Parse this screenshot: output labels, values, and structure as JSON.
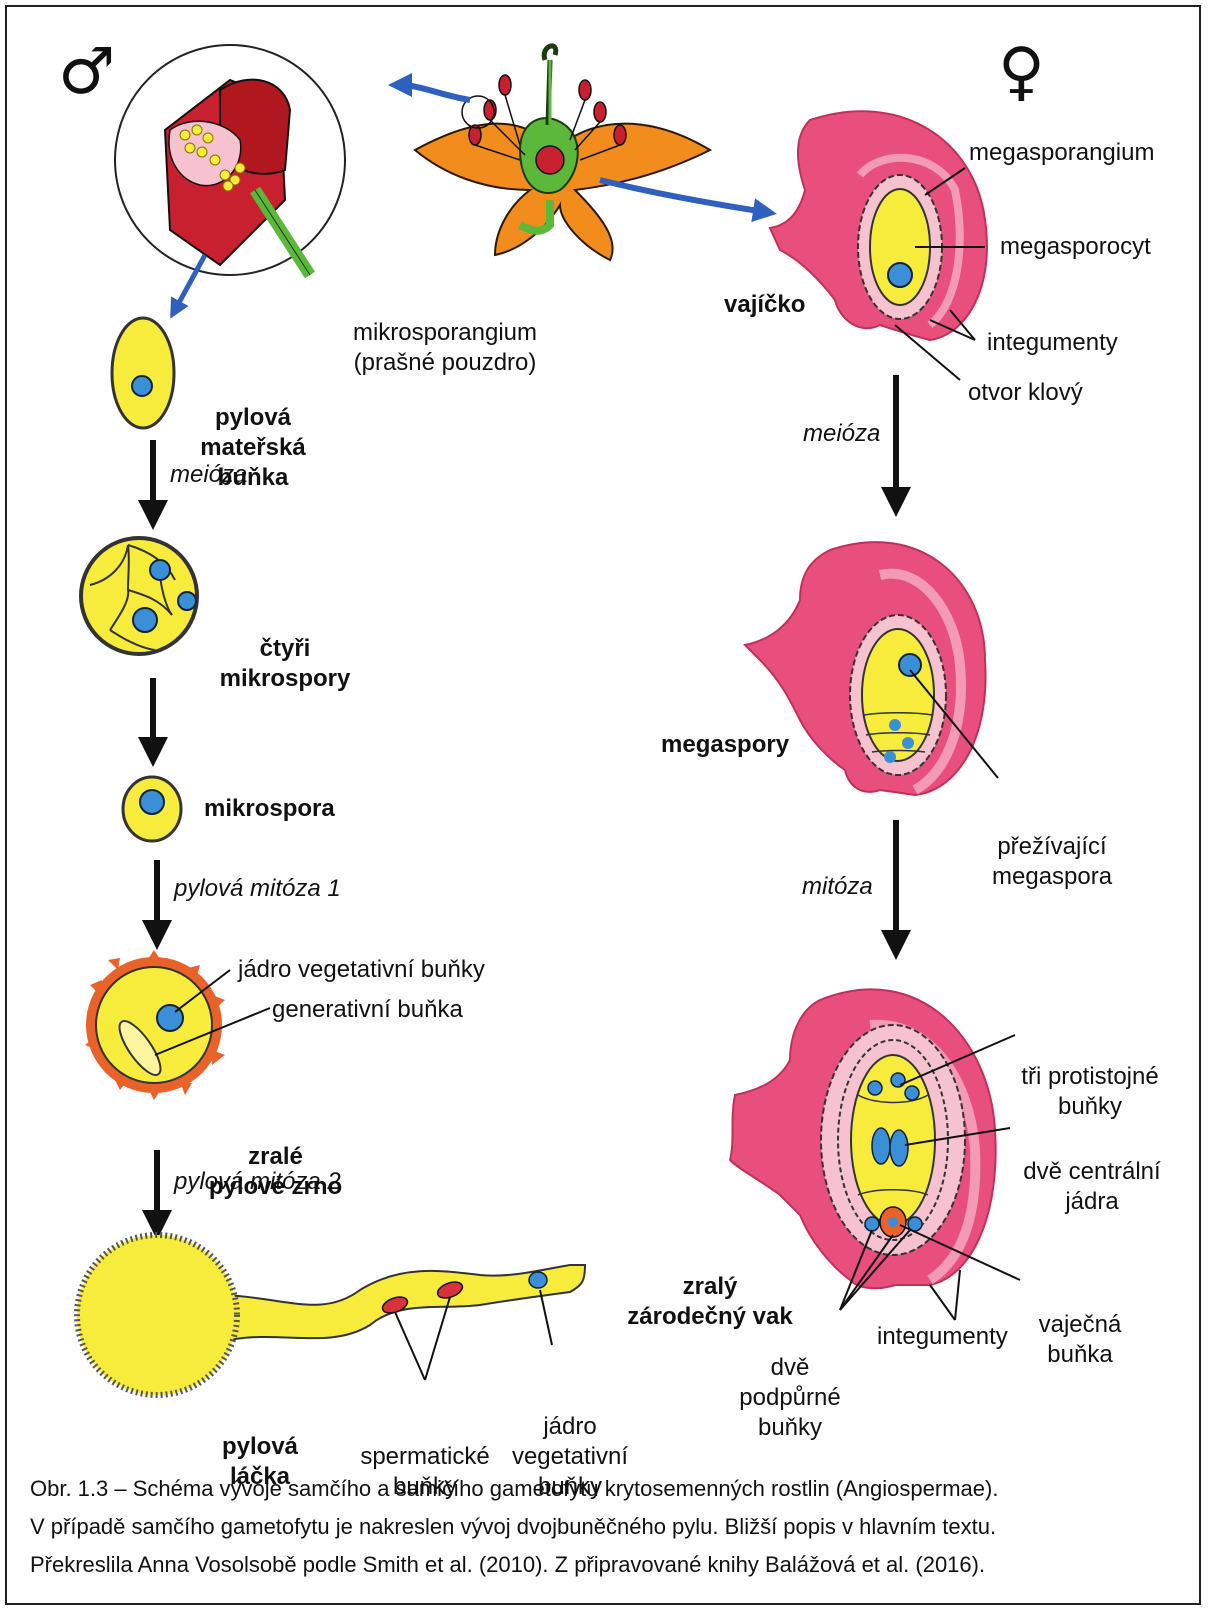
{
  "symbols": {
    "male": "♂",
    "female": "♀"
  },
  "male": {
    "mikrosporangium": [
      "mikrosporangium",
      "(prašné pouzdro)"
    ],
    "pylova_materska_bunka": [
      "pylová",
      "mateřská",
      "buňka"
    ],
    "meioza": "meióza",
    "ctyri_mikrospory": [
      "čtyři",
      "mikrospory"
    ],
    "mikrospora": "mikrospora",
    "pylova_mitoza_1": "pylová mitóza 1",
    "jadro_vegetativni_bunky": "jádro vegetativní buňky",
    "generativni_bunka": "generativní buňka",
    "zrale_pylove_zrno": [
      "zralé",
      "pylové zrno"
    ],
    "pylova_mitoza_2": "pylová mitóza 2",
    "pylova_lacka": [
      "pylová",
      "láčka"
    ],
    "spermaticke_bunky": [
      "spermatické",
      "buňky"
    ],
    "jadro_vegetativni_bunky_2": [
      "jádro",
      "vegetativní",
      "buňky"
    ]
  },
  "female": {
    "megasporangium": "megasporangium",
    "megasporocyt": "megasporocyt",
    "vajicko": "vajíčko",
    "integumenty": "integumenty",
    "otvor_klovy": "otvor klový",
    "meioza": "meióza",
    "megaspory": "megaspory",
    "prezivajici_megaspora": [
      "přežívající",
      "megaspora"
    ],
    "mitoza": "mitóza",
    "tri_protistojne_bunky": [
      "tři protistojné",
      "buňky"
    ],
    "dve_centralni_jadra": [
      "dvě centrální",
      "jádra"
    ],
    "zraly_zarodecny_vak": [
      "zralý",
      "zárodečný vak"
    ],
    "vajecna_bunka": [
      "vaječná",
      "buňka"
    ],
    "dve_podpurne_bunky": [
      "dvě",
      "podpůrné",
      "buňky"
    ],
    "integumenty_2": "integumenty"
  },
  "caption": [
    "Obr. 1.3 – Schéma vývoje samčího a samičího gametofytu krytosemenných rostlin (Angiospermae).",
    "V případě samčího gametofytu je nakreslen vývoj dvojbuněčného pylu. Bližší popis v hlavním textu.",
    "Překreslila Anna Vosolsobě podle Smith et al. (2010). Z připravované knihy Balážová et al. (2016)."
  ],
  "colors": {
    "yellow": "#f7ec3c",
    "yellow_edge": "#c9a800",
    "blue_nucleus": "#3a8fd6",
    "pink_ovule": "#e94f7c",
    "pink_light": "#f39ab5",
    "red_anther": "#c8202e",
    "orange_petal": "#f28c1c",
    "green_stalk": "#5cb83a",
    "arrow_blue": "#2f5fbf",
    "sperm_red": "#d8333c",
    "pollen_orange": "#e8622a"
  }
}
